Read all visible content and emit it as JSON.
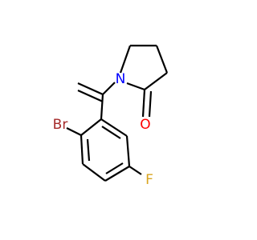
{
  "molecule": {
    "atoms": [
      {
        "id": "N1",
        "label": "N",
        "color": "#0000ff"
      },
      {
        "id": "O1",
        "label": "O",
        "color": "#ff0000"
      },
      {
        "id": "Br1",
        "label": "Br",
        "color": "#a52a2a"
      },
      {
        "id": "F1",
        "label": "F",
        "color": "#daa520"
      }
    ],
    "bond_color": "#000000"
  }
}
